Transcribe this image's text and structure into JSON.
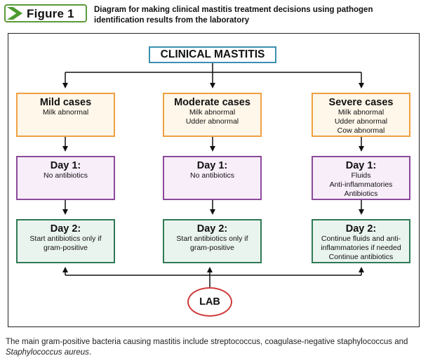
{
  "figure": {
    "badge_label": "Figure 1",
    "caption": "Diagram for making clinical mastitis treatment decisions using pathogen identification results from the laboratory"
  },
  "diagram": {
    "top_node": "CLINICAL MASTITIS",
    "columns": [
      {
        "case_title": "Mild cases",
        "case_lines": [
          "Milk abnormal"
        ],
        "day1_title": "Day 1:",
        "day1_lines": [
          "No antibiotics"
        ],
        "day2_title": "Day 2:",
        "day2_text": "Start antibiotics only if gram-positive"
      },
      {
        "case_title": "Moderate cases",
        "case_lines": [
          "Milk abnormal",
          "Udder abnormal"
        ],
        "day1_title": "Day 1:",
        "day1_lines": [
          "No antibiotics"
        ],
        "day2_title": "Day 2:",
        "day2_text": "Start antibiotics only if gram-positive"
      },
      {
        "case_title": "Severe cases",
        "case_lines": [
          "Milk abnormal",
          "Udder abnormal",
          "Cow abnormal"
        ],
        "day1_title": "Day 1:",
        "day1_lines": [
          "Fluids",
          "Anti-inflammatories",
          "Antibiotics"
        ],
        "day2_title": "Day 2:",
        "day2_text": "Continue fluids and anti-inflammatories if needed Continue antibiotics"
      }
    ],
    "lab_node": "LAB"
  },
  "footnote": {
    "text_before": "The main gram-positive bacteria causing mastitis include streptococcus, coagulase-negative staphylococcus and ",
    "text_italic": "Staphylococcus aureus",
    "text_after": "."
  },
  "colors": {
    "badge_green": "#4f9a30",
    "top_border": "#3a8fb0",
    "case_border": "#f0a040",
    "day1_border": "#8a4a9a",
    "day2_border": "#2f7a55",
    "lab_border": "#d03b3b"
  }
}
